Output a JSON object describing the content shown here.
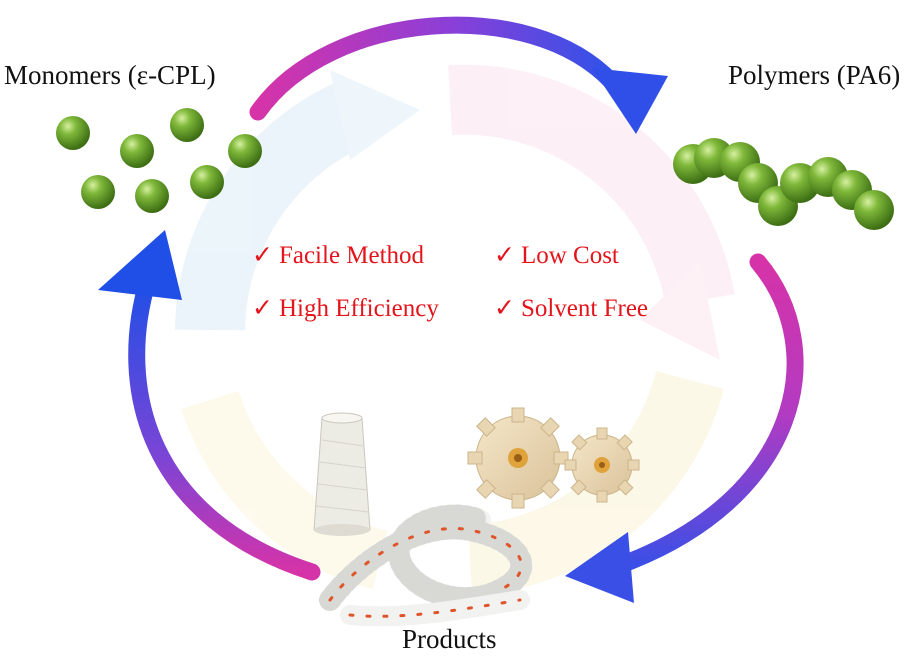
{
  "labels": {
    "monomers": "Monomers (ε-CPL)",
    "polymers": "Polymers (PA6)",
    "products": "Products"
  },
  "features": [
    {
      "check": "✓",
      "text": "Facile Method"
    },
    {
      "check": "✓",
      "text": "Low Cost"
    },
    {
      "check": "✓",
      "text": "High Efficiency"
    },
    {
      "check": "✓",
      "text": "Solvent Free"
    }
  ],
  "colors": {
    "arrow_blue": "#1f4fe6",
    "arrow_magenta": "#d633a8",
    "arrow_purple": "#7a3fd9",
    "sphere_green": "#5f9a27",
    "feature_red": "#e3141b"
  },
  "icons": [
    "checkmark-icon",
    "monomer-sphere-icon",
    "polymer-chain-icon",
    "yarn-spool-icon",
    "gear-icon",
    "rope-knot-icon"
  ]
}
